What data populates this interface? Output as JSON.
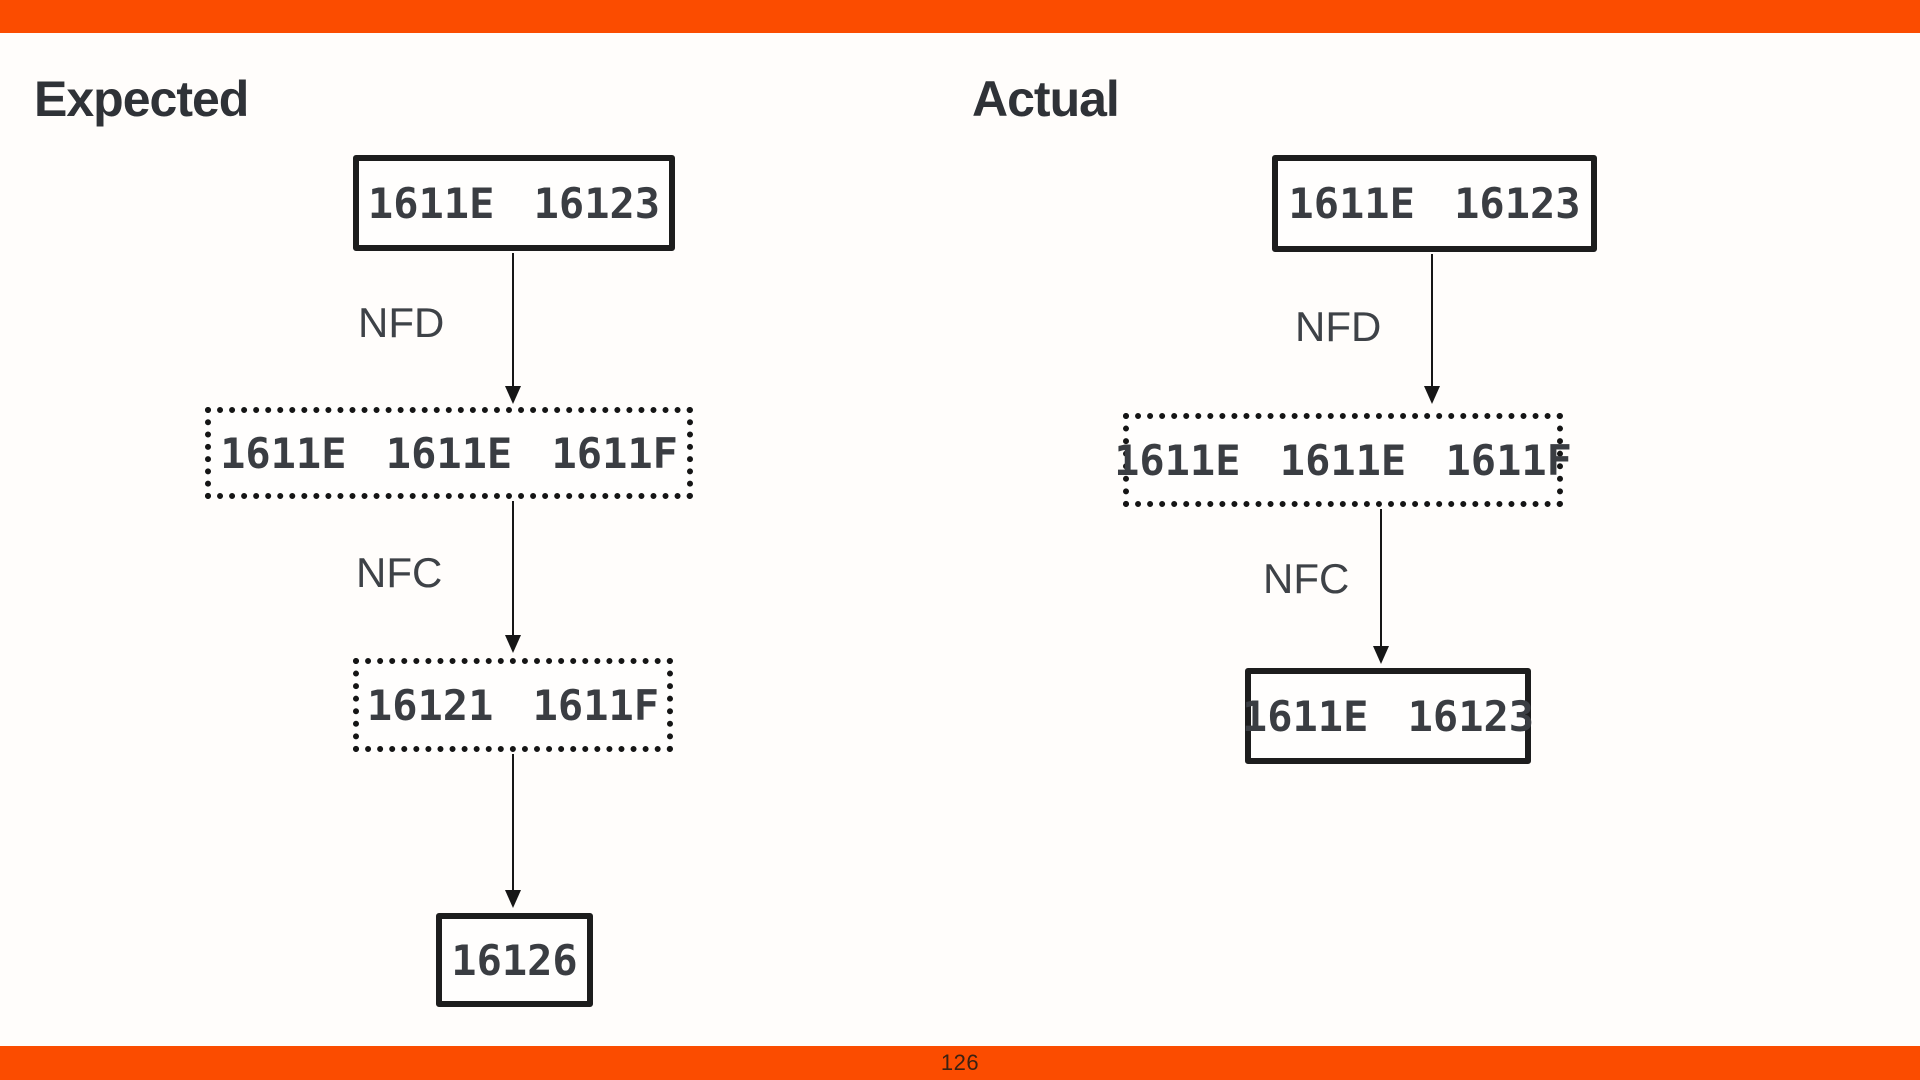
{
  "slide": {
    "page_number": "126",
    "accent_color": "#fb4c00",
    "background": "#fffdfb"
  },
  "expected": {
    "title": "Expected",
    "nodes": [
      {
        "text": "1611E 16123",
        "style": "solid"
      },
      {
        "text": "1611E 1611E 1611F",
        "style": "dotted"
      },
      {
        "text": "16121 1611F",
        "style": "dotted"
      },
      {
        "text": "16126",
        "style": "solid"
      }
    ],
    "edge_labels": [
      "NFD",
      "NFC"
    ]
  },
  "actual": {
    "title": "Actual",
    "nodes": [
      {
        "text": "1611E 16123",
        "style": "solid"
      },
      {
        "text": "1611E 1611E 1611F",
        "style": "dotted"
      },
      {
        "text": "1611E 16123",
        "style": "solid"
      }
    ],
    "edge_labels": [
      "NFD",
      "NFC"
    ]
  }
}
